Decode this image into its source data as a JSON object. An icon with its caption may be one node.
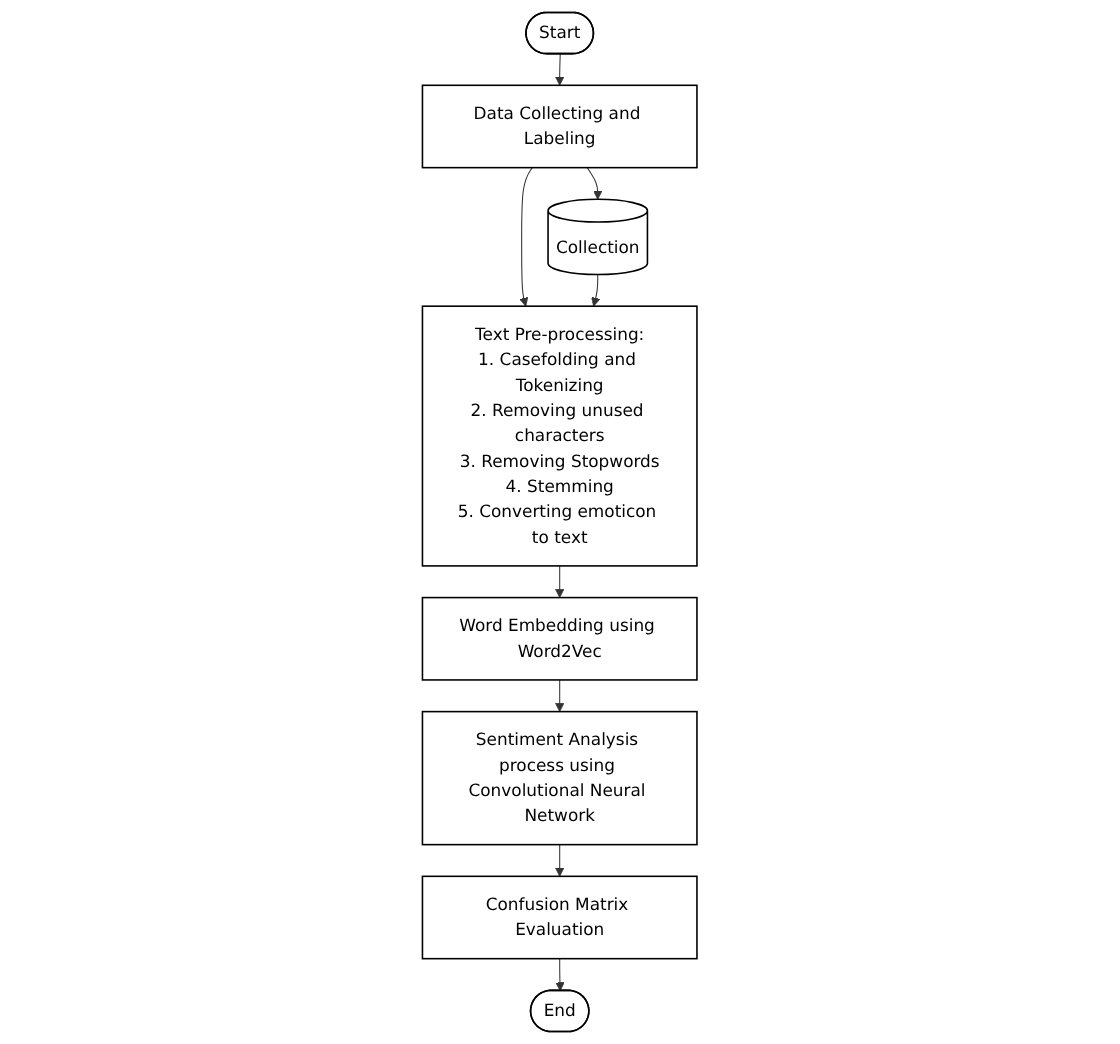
{
  "diagram": {
    "nodes": [
      {
        "text": [
          "Start"
        ]
      },
      {
        "text": [
          "Data Collecting and Labeling"
        ]
      },
      {
        "text": [
          "Collection"
        ]
      },
      {
        "text": [
          "Text Pre-processing:",
          "1. Casefolding and Tokenizing",
          "2. Removing unused characters",
          "3. Removing Stopwords",
          "4. Stemming",
          "5. Converting emoticon to text"
        ]
      },
      {
        "text": [
          "Word Embedding using Word2Vec"
        ]
      },
      {
        "text": [
          "Sentiment Analysis process using Convolutional Neural Network"
        ]
      },
      {
        "text": [
          "Confusion Matrix Evaluation"
        ]
      },
      {
        "text": [
          "End"
        ]
      }
    ],
    "edges": [
      {
        "from": 0,
        "to": 1,
        "arrow": "to"
      },
      {
        "from": 1,
        "to": 2,
        "arrow": "to"
      },
      {
        "from": 1,
        "to": 3,
        "arrow": "to"
      },
      {
        "from": 2,
        "to": 3,
        "arrow": "to"
      },
      {
        "from": 3,
        "to": 4,
        "arrow": "to"
      },
      {
        "from": 4,
        "to": 5,
        "arrow": "to"
      },
      {
        "from": 5,
        "to": 6,
        "arrow": "to"
      },
      {
        "from": 6,
        "to": 7,
        "arrow": "to"
      }
    ]
  }
}
